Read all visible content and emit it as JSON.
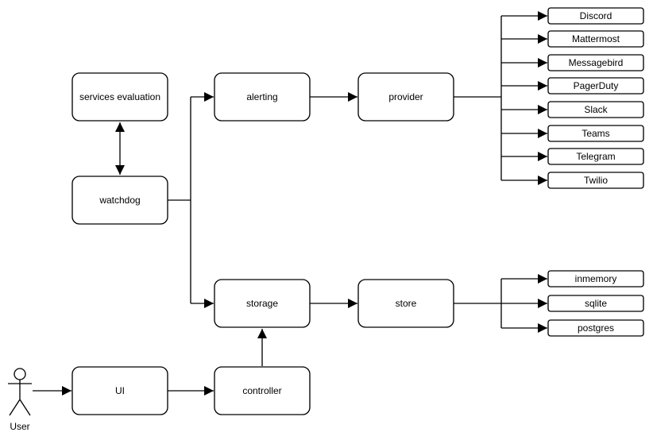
{
  "diagram": {
    "background_color": "#ffffff",
    "line_color": "#000000",
    "node_fill_color": "#ffffff",
    "nodes": {
      "services_evaluation": "services evaluation",
      "watchdog": "watchdog",
      "alerting": "alerting",
      "provider": "provider",
      "storage": "storage",
      "store": "store",
      "ui": "UI",
      "controller": "controller"
    },
    "provider_children": [
      "Discord",
      "Mattermost",
      "Messagebird",
      "PagerDuty",
      "Slack",
      "Teams",
      "Telegram",
      "Twilio"
    ],
    "store_children": [
      "inmemory",
      "sqlite",
      "postgres"
    ],
    "actor_label": "User",
    "edges": [
      {
        "from": "services evaluation",
        "to": "watchdog",
        "bidirectional": true
      },
      {
        "from": "watchdog",
        "to": "alerting"
      },
      {
        "from": "watchdog",
        "to": "storage"
      },
      {
        "from": "alerting",
        "to": "provider"
      },
      {
        "from": "provider",
        "to": "Discord"
      },
      {
        "from": "provider",
        "to": "Mattermost"
      },
      {
        "from": "provider",
        "to": "Messagebird"
      },
      {
        "from": "provider",
        "to": "PagerDuty"
      },
      {
        "from": "provider",
        "to": "Slack"
      },
      {
        "from": "provider",
        "to": "Teams"
      },
      {
        "from": "provider",
        "to": "Telegram"
      },
      {
        "from": "provider",
        "to": "Twilio"
      },
      {
        "from": "storage",
        "to": "store"
      },
      {
        "from": "store",
        "to": "inmemory"
      },
      {
        "from": "store",
        "to": "sqlite"
      },
      {
        "from": "store",
        "to": "postgres"
      },
      {
        "from": "User",
        "to": "UI"
      },
      {
        "from": "UI",
        "to": "controller"
      },
      {
        "from": "controller",
        "to": "storage"
      }
    ]
  }
}
